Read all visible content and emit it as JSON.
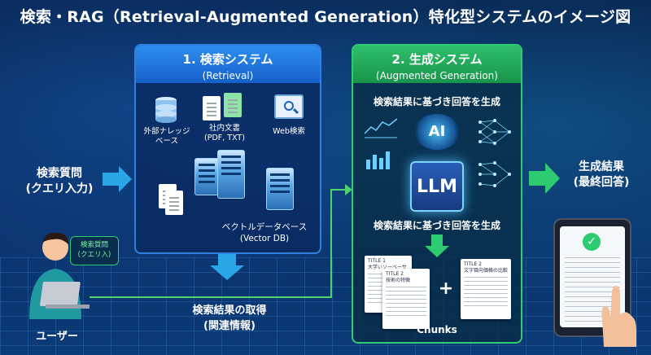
{
  "title": "検索・RAG（Retrieval-Augmented Generation）特化型システムのイメージ図",
  "retrieval": {
    "heading": "1. 検索システム",
    "subheading": "(Retrieval)",
    "sources": {
      "kb": "外部ナレッジ\nベース",
      "docs": "社内文書\n(PDF, TXT)",
      "web": "Web検索"
    },
    "vectordb": "ベクトルデータベース\n(Vector DB)"
  },
  "generation": {
    "heading": "2. 生成システム",
    "subheading": "(Augmented Generation)",
    "caption_top": "検索結果に基づき回答を生成",
    "ai_badge": "AI",
    "llm": "LLM",
    "caption_mid": "検索結果に基づき回答を生成",
    "chunks_label": "Chunks",
    "plus": "+",
    "chunk_cards": [
      {
        "title": "TITLE 1\n大学いソーベーサ"
      },
      {
        "title": "TITLE 2\n技術の特徴"
      },
      {
        "title": "TITLE 2\n文字目向価格の比較"
      }
    ]
  },
  "input": {
    "label": "検索質問\n(クエリ入力)",
    "bubble": "検索質問\n(クエリ入)",
    "user": "ユーザー"
  },
  "retrieval_result": {
    "label": "検索結果の取得\n(関連情報)"
  },
  "output": {
    "label": "生成結果\n(最終回答)"
  },
  "colors": {
    "retrieval_accent": "#2f7fe0",
    "generation_accent": "#2ecc71",
    "arrow_blue": "#2aa6e8"
  }
}
